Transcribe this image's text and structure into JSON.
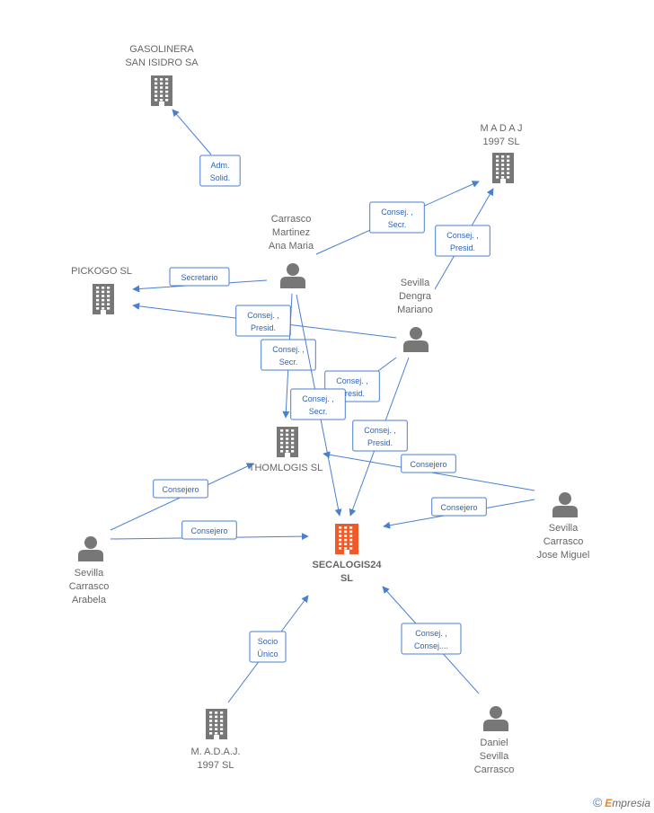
{
  "nodes": [
    {
      "id": "gasolinera",
      "type": "company",
      "lines": [
        "GASOLINERA",
        "SAN ISIDRO SA"
      ],
      "main": false
    },
    {
      "id": "madaj1997",
      "type": "company",
      "lines": [
        "M A D A J",
        "1997 SL"
      ],
      "main": false
    },
    {
      "id": "pickogo",
      "type": "company",
      "lines": [
        "PICKOGO  SL"
      ],
      "main": false
    },
    {
      "id": "thomlogis",
      "type": "company",
      "lines": [
        "THOMLOGIS SL"
      ],
      "main": false
    },
    {
      "id": "secalogis",
      "type": "company",
      "lines": [
        "SECALOGIS24",
        "SL"
      ],
      "main": true
    },
    {
      "id": "madaj_dot",
      "type": "company",
      "lines": [
        "M. A.D.A.J.",
        "1997  SL"
      ],
      "main": false
    },
    {
      "id": "carrasco",
      "type": "person",
      "lines": [
        "Carrasco",
        "Martinez",
        "Ana Maria"
      ],
      "main": false
    },
    {
      "id": "sevilla_dengra",
      "type": "person",
      "lines": [
        "Sevilla",
        "Dengra",
        "Mariano"
      ],
      "main": false
    },
    {
      "id": "sevilla_jose",
      "type": "person",
      "lines": [
        "Sevilla",
        "Carrasco",
        "Jose Miguel"
      ],
      "main": false
    },
    {
      "id": "sevilla_arabela",
      "type": "person",
      "lines": [
        "Sevilla",
        "Carrasco",
        "Arabela"
      ],
      "main": false
    },
    {
      "id": "daniel",
      "type": "person",
      "lines": [
        "Daniel",
        "Sevilla",
        "Carrasco"
      ],
      "main": false
    }
  ],
  "edges": [
    {
      "from": "carrasco",
      "to": "gasolinera",
      "label": [
        "Adm.",
        "Solid."
      ]
    },
    {
      "from": "carrasco",
      "to": "madaj1997",
      "label": [
        "Consej. ,",
        "Secr."
      ]
    },
    {
      "from": "sevilla_dengra",
      "to": "madaj1997",
      "label": [
        "Consej. ,",
        "Presid."
      ]
    },
    {
      "from": "carrasco",
      "to": "pickogo",
      "label": [
        "Secretario"
      ]
    },
    {
      "from": "sevilla_dengra",
      "to": "pickogo",
      "label": [
        "Consej. ,",
        "Presid."
      ]
    },
    {
      "from": "carrasco",
      "to": "thomlogis",
      "label": [
        "Consej. ,",
        "Secr."
      ]
    },
    {
      "from": "sevilla_dengra",
      "to": "thomlogis",
      "label": [
        "Consej. ,",
        "Presid."
      ]
    },
    {
      "from": "carrasco",
      "to": "secalogis",
      "label": [
        "Consej. ,",
        "Secr."
      ]
    },
    {
      "from": "sevilla_dengra",
      "to": "secalogis",
      "label": [
        "Consej. ,",
        "Presid."
      ]
    },
    {
      "from": "sevilla_jose",
      "to": "thomlogis",
      "label": [
        "Consejero"
      ]
    },
    {
      "from": "sevilla_jose",
      "to": "secalogis",
      "label": [
        "Consejero"
      ]
    },
    {
      "from": "sevilla_arabela",
      "to": "thomlogis",
      "label": [
        "Consejero"
      ]
    },
    {
      "from": "sevilla_arabela",
      "to": "secalogis",
      "label": [
        "Consejero"
      ]
    },
    {
      "from": "madaj_dot",
      "to": "secalogis",
      "label": [
        "Socio",
        "Único"
      ]
    },
    {
      "from": "daniel",
      "to": "secalogis",
      "label": [
        "Consej. ,",
        "Consej...."
      ]
    }
  ],
  "colors": {
    "edge": "#4a7fd0",
    "company_icon": "#777777",
    "main_company_icon": "#f05a28",
    "person_icon": "#777777"
  },
  "footer": {
    "copyright": "©",
    "brand_initial": "E",
    "brand_rest": "mpresia"
  }
}
